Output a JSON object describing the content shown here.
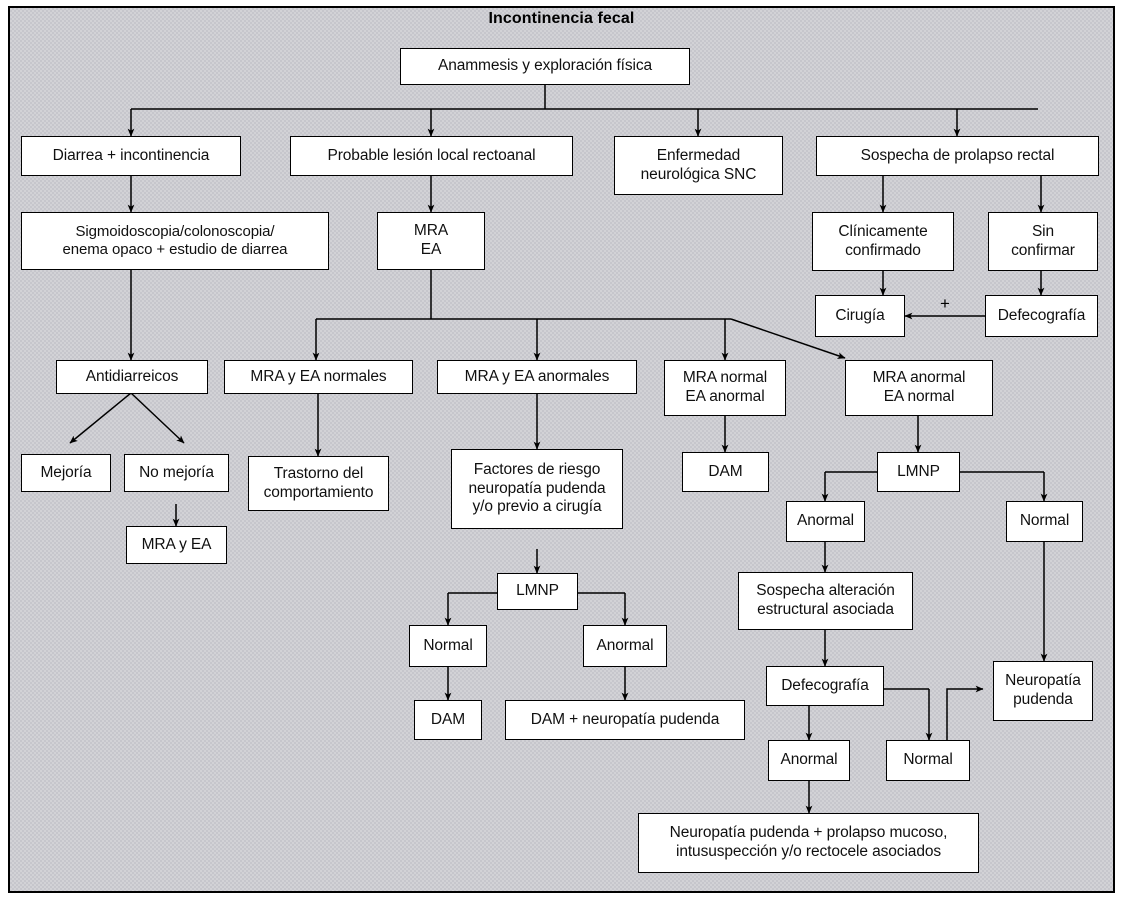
{
  "diagram": {
    "title": "Incontinencia fecal",
    "type": "clinical-algorithm-flowchart",
    "language": "es",
    "colors": {
      "background": "#d2d2d6",
      "node_fill": "#ffffff",
      "stroke": "#000000",
      "text": "#101010"
    },
    "nodes": [
      {
        "id": "anamnesis",
        "label": "Anammesis y exploración física"
      },
      {
        "id": "diarrea",
        "label": "Diarrea + incontinencia"
      },
      {
        "id": "lesion",
        "label": "Probable lesión local rectoanal"
      },
      {
        "id": "neuro",
        "label": "Enfermedad\nneurológica SNC"
      },
      {
        "id": "prolapso",
        "label": "Sospecha de prolapso rectal"
      },
      {
        "id": "sigmo",
        "label": "Sigmoidoscopia/colonoscopia/\nenema opaco + estudio de diarrea"
      },
      {
        "id": "mraea",
        "label": "MRA\nEA"
      },
      {
        "id": "clinconf",
        "label": "Clínicamente\nconfirmado"
      },
      {
        "id": "sinconf",
        "label": "Sin\nconfirmar"
      },
      {
        "id": "cirugia",
        "label": "Cirugía"
      },
      {
        "id": "defeco1",
        "label": "Defecografía"
      },
      {
        "id": "antidiarreicos",
        "label": "Antidiarreicos"
      },
      {
        "id": "normales",
        "label": "MRA y EA normales"
      },
      {
        "id": "anormales",
        "label": "MRA y EA anormales"
      },
      {
        "id": "mranormal",
        "label": "MRA normal\nEA anormal"
      },
      {
        "id": "mraanormal",
        "label": "MRA anormal\nEA normal"
      },
      {
        "id": "mejoria",
        "label": "Mejoría"
      },
      {
        "id": "nomejoria",
        "label": "No mejoría"
      },
      {
        "id": "trastorno",
        "label": "Trastorno del\ncomportamiento"
      },
      {
        "id": "factores",
        "label": "Factores de riesgo\nneuropatía pudenda\ny/o previo a cirugía"
      },
      {
        "id": "dam1",
        "label": "DAM"
      },
      {
        "id": "lmnp_right",
        "label": "LMNP"
      },
      {
        "id": "mraea2",
        "label": "MRA y EA"
      },
      {
        "id": "anormal_r",
        "label": "Anormal"
      },
      {
        "id": "normal_r",
        "label": "Normal"
      },
      {
        "id": "lmnp_center",
        "label": "LMNP"
      },
      {
        "id": "sospecha",
        "label": "Sospecha alteración\nestructural asociada"
      },
      {
        "id": "normal_c",
        "label": "Normal"
      },
      {
        "id": "anormal_c",
        "label": "Anormal"
      },
      {
        "id": "dam2",
        "label": "DAM"
      },
      {
        "id": "damneuro",
        "label": "DAM + neuropatía pudenda"
      },
      {
        "id": "defeco2",
        "label": "Defecografía"
      },
      {
        "id": "neuro_pud_r",
        "label": "Neuropatía\npudenda"
      },
      {
        "id": "anormal_b",
        "label": "Anormal"
      },
      {
        "id": "normal_b",
        "label": "Normal"
      },
      {
        "id": "final",
        "label": "Neuropatía pudenda + prolapso mucoso,\nintususpección y/o rectocele asociados"
      }
    ],
    "edge_labels": {
      "defecografia_to_cirugia": "+"
    }
  }
}
